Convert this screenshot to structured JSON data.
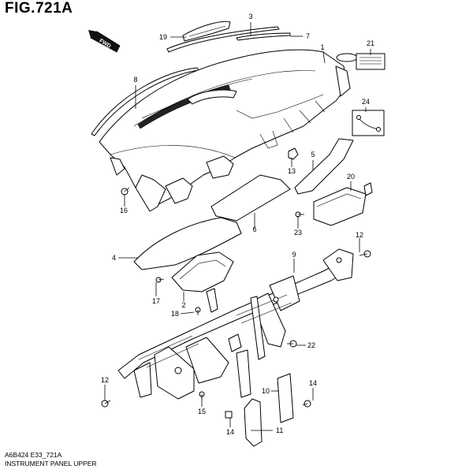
{
  "figure": {
    "title": "FIG.721A",
    "footer_code": "A6B424 E33_721A",
    "footer_name": "INSTRUMENT PANEL UPPER",
    "direction_label": "FWD"
  },
  "callouts": [
    {
      "id": "c1",
      "label": "1"
    },
    {
      "id": "c2",
      "label": "2"
    },
    {
      "id": "c3",
      "label": "3"
    },
    {
      "id": "c4",
      "label": "4"
    },
    {
      "id": "c5",
      "label": "5"
    },
    {
      "id": "c6",
      "label": "6"
    },
    {
      "id": "c7",
      "label": "7"
    },
    {
      "id": "c8",
      "label": "8"
    },
    {
      "id": "c9",
      "label": "9"
    },
    {
      "id": "c10",
      "label": "10"
    },
    {
      "id": "c11",
      "label": "11"
    },
    {
      "id": "c12a",
      "label": "12"
    },
    {
      "id": "c12b",
      "label": "12"
    },
    {
      "id": "c13",
      "label": "13"
    },
    {
      "id": "c14a",
      "label": "14"
    },
    {
      "id": "c14b",
      "label": "14"
    },
    {
      "id": "c15",
      "label": "15"
    },
    {
      "id": "c16",
      "label": "16"
    },
    {
      "id": "c17",
      "label": "17"
    },
    {
      "id": "c18",
      "label": "18"
    },
    {
      "id": "c19",
      "label": "19"
    },
    {
      "id": "c20",
      "label": "20"
    },
    {
      "id": "c21",
      "label": "21"
    },
    {
      "id": "c22",
      "label": "22"
    },
    {
      "id": "c23",
      "label": "23"
    },
    {
      "id": "c24",
      "label": "24"
    }
  ]
}
